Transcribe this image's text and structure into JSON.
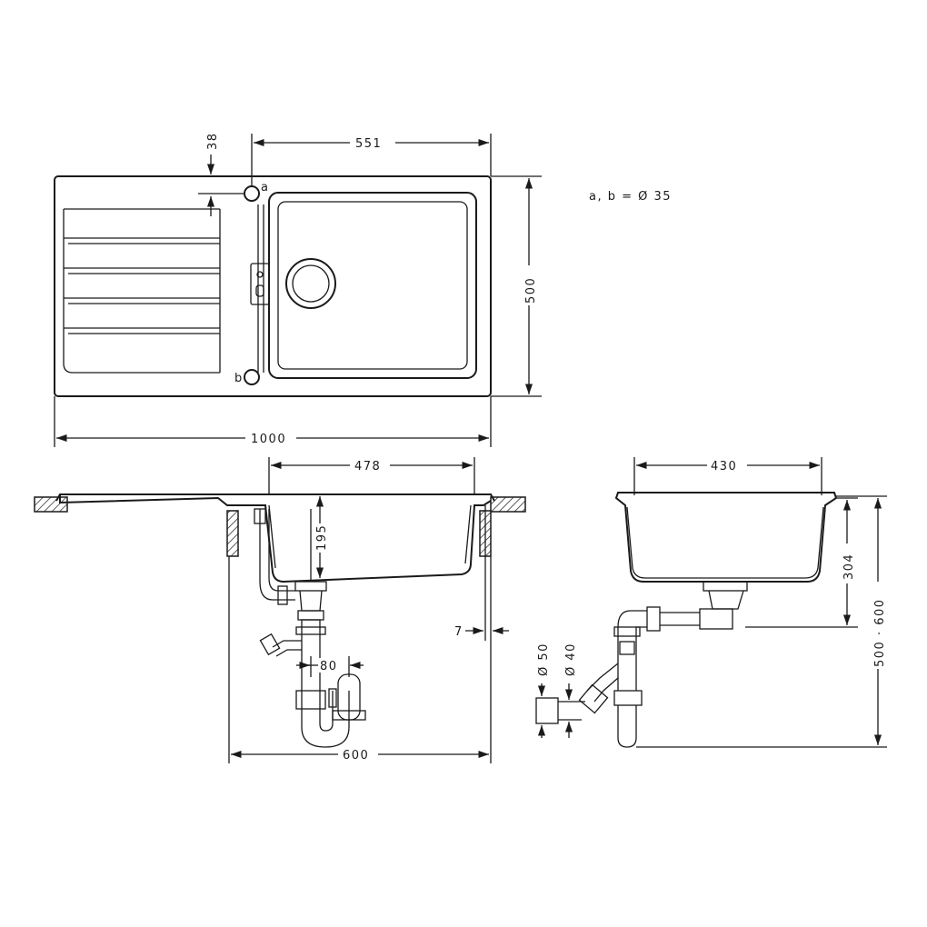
{
  "dimensions": {
    "top_width_551": "551",
    "top_offset_38": "38",
    "top_depth_500": "500",
    "top_total_1000": "1000",
    "front_bowl_478": "478",
    "front_depth_195": "195",
    "front_trap_80": "80",
    "front_cabinet_600": "600",
    "front_overhang_7": "7",
    "side_bowl_430": "430",
    "side_depth_304": "304",
    "side_range_500_600": "500 · 600",
    "pipe_d50": "Ø 50",
    "pipe_d40": "Ø 40"
  },
  "labels": {
    "hole_a": "a",
    "hole_b": "b",
    "hole_note": "a, b = Ø 35"
  }
}
